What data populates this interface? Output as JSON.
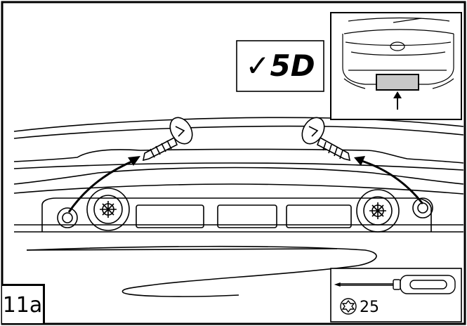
{
  "step": {
    "label": "11a"
  },
  "variant": {
    "check_mark": "✓",
    "model": "5D"
  },
  "tool": {
    "name": "screwdriver-icon",
    "torx_size": "25",
    "bit_icon": "torx-icon"
  },
  "colors": {
    "line": "#000000",
    "background": "#ffffff",
    "highlight": "#c8c8c8"
  }
}
